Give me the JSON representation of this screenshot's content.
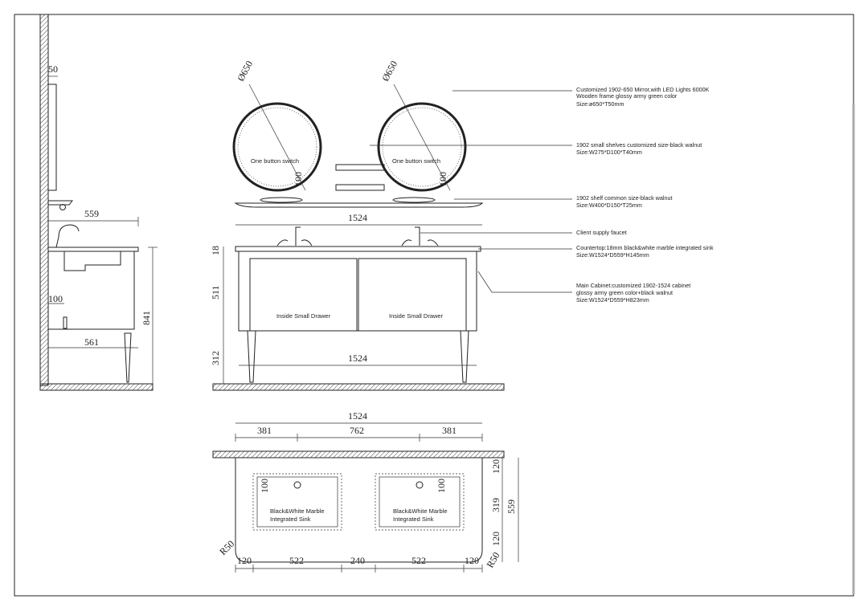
{
  "side_view": {
    "mirror_depth": "50",
    "depth_top": "559",
    "height": "841",
    "pipe_offset": "100",
    "depth_bottom": "561"
  },
  "front_view": {
    "mirror_left_diameter": "Ø650",
    "mirror_right_diameter": "Ø650",
    "switch_left": "One button switch",
    "switch_right": "One button switch",
    "switch_left_height": "100",
    "switch_right_height": "100",
    "shelf_width": "1524",
    "top_thickness": "18",
    "cabinet_height": "511",
    "leg_height": "312",
    "cabinet_width": "1524",
    "drawer_left": "Inside Small Drawer",
    "drawer_right": "Inside Small Drawer"
  },
  "plan_view": {
    "total_width": "1524",
    "top_dims": [
      "381",
      "762",
      "381"
    ],
    "right_dims": [
      "120",
      "319",
      "120"
    ],
    "total_depth": "559",
    "bottom_dims": [
      "120",
      "522",
      "240",
      "522",
      "120"
    ],
    "radius_left": "R50",
    "radius_right": "R50",
    "sink_left_offset": "100",
    "sink_right_offset": "100",
    "sink_left_label": [
      "Black&White Marble",
      "Integrated Sink"
    ],
    "sink_right_label": [
      "Black&White Marble",
      "Integrated Sink"
    ]
  },
  "notes": [
    {
      "lines": [
        "Customized 1902-650 Mirror,with LED Lights 6000K",
        "Wooden frame glossy army green color",
        "Size:ø650*T50mm"
      ]
    },
    {
      "lines": [
        "1902 small shelves customized size-black walnut",
        "Size:W275*D100*T40mm"
      ]
    },
    {
      "lines": [
        "1902 shelf common size-black walnut",
        "Size:W400*D150*T25mm"
      ]
    },
    {
      "lines": [
        "Client supply faucet"
      ]
    },
    {
      "lines": [
        "Countertop:18mm black&white marble integrated sink",
        "Size:W1524*D559*H145mm"
      ]
    },
    {
      "lines": [
        "Main Cabinet:customized 1902-1524 cabinet",
        "glossy army green color+black walnut",
        "Size:W1524*D559*H823mm"
      ]
    }
  ]
}
